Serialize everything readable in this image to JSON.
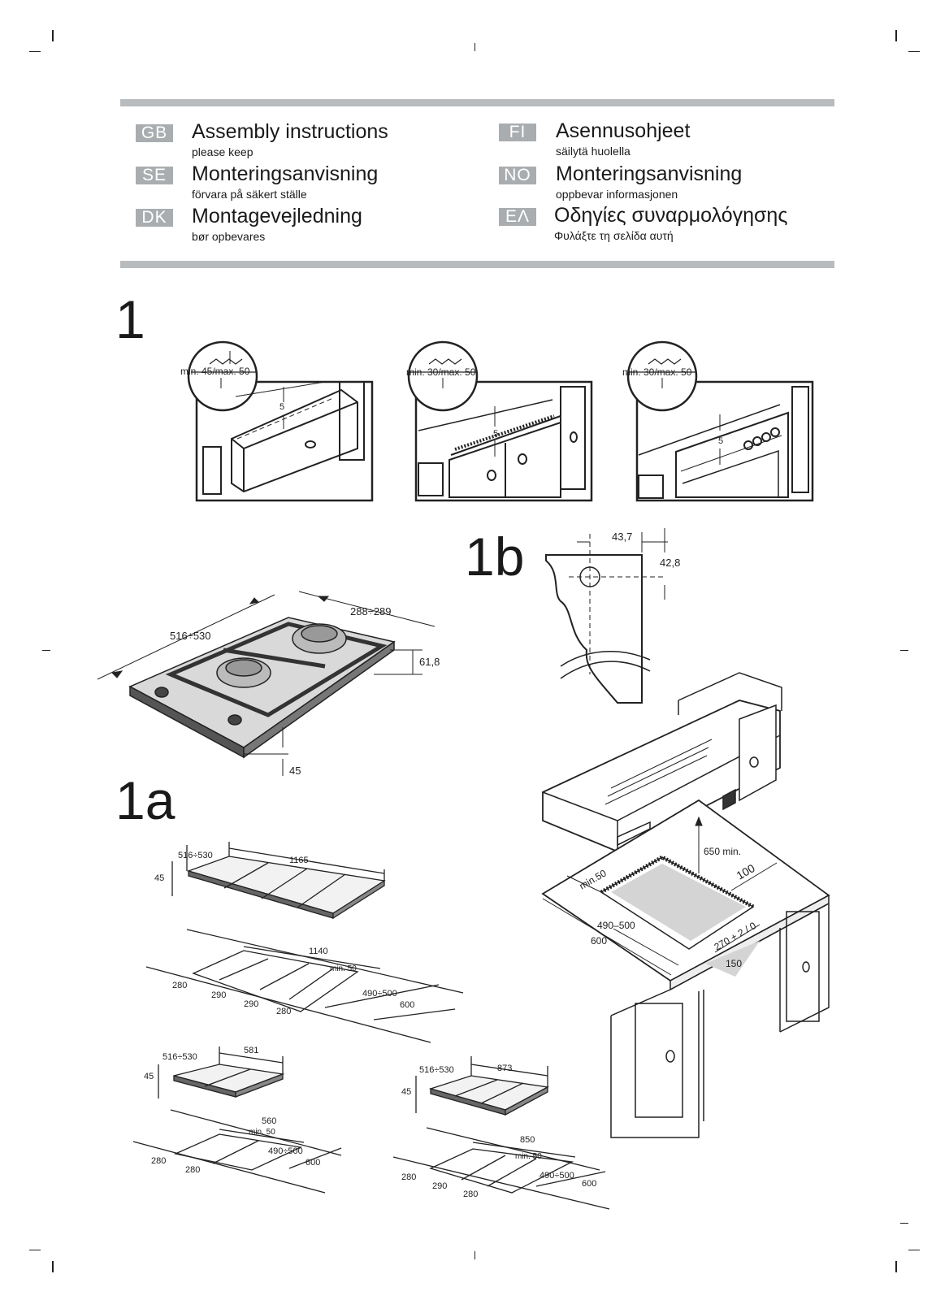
{
  "languages": [
    {
      "code": "GB",
      "title": "Assembly instructions",
      "subtitle": "please keep"
    },
    {
      "code": "SE",
      "title": "Monteringsanvisning",
      "subtitle": "förvara på säkert ställe"
    },
    {
      "code": "DK",
      "title": "Montagevejledning",
      "subtitle": "bør opbevares"
    },
    {
      "code": "FI",
      "title": "Asennusohjeet",
      "subtitle": "säilytä huolella"
    },
    {
      "code": "NO",
      "title": "Monteringsanvisning",
      "subtitle": "oppbevar informasjonen"
    },
    {
      "code": "ΕΛ",
      "title": "Οδηγίες συναρμολόγησης",
      "subtitle": "Φυλάξτε τη σελίδα αυτή"
    }
  ],
  "sections": {
    "s1": "1",
    "s1a": "1a",
    "s1b": "1b"
  },
  "fig1": {
    "a": {
      "range": "min. 45/max. 50",
      "gap": "5"
    },
    "b": {
      "range": "min. 30/max. 50",
      "gap": "5"
    },
    "c": {
      "range": "min. 30/max. 50",
      "gap": "5"
    }
  },
  "hob": {
    "depth": "516÷530",
    "width": "288÷289",
    "height": "61,8",
    "below": "45"
  },
  "fig1b": {
    "d1": "43,7",
    "d2": "42,8"
  },
  "cabinet": {
    "hood": "650 min.",
    "side": "min.50",
    "back": "100",
    "depth_a": "490–500",
    "depth_b": "600",
    "width": "270 + 2 / 0",
    "under": "150"
  },
  "combo1": {
    "depth": "516÷530",
    "length": "1165",
    "h": "45",
    "cut": "1140",
    "min": "min. 50",
    "a": "280",
    "b": "290",
    "c": "290",
    "d": "280",
    "cutdepth": "490÷500",
    "top": "600"
  },
  "combo2": {
    "depth": "516÷530",
    "length": "581",
    "h": "45",
    "cut": "560",
    "min": "min. 50",
    "a": "280",
    "b": "280",
    "cutdepth": "490÷500",
    "top": "600"
  },
  "combo3": {
    "depth": "516÷530",
    "length": "873",
    "h": "45",
    "cut": "850",
    "min": "min. 50",
    "a": "280",
    "b": "290",
    "c": "280",
    "cutdepth": "490÷500",
    "top": "600"
  }
}
